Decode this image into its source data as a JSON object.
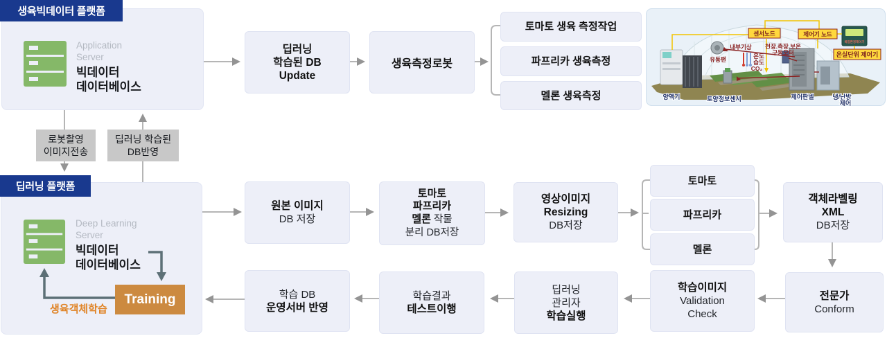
{
  "colors": {
    "navy": "#19398e",
    "box_fill": "#edeff8",
    "training_orange": "#cc8a40",
    "server_icon_green": "#85b868",
    "transfer_gray": "#c8c8c8",
    "label_yellow": "#ffd83d",
    "label_maroon": "#7a1f1f",
    "arrow_gray": "#9a9a9a",
    "arrow_slate": "#5d7077",
    "note_orange": "#e08427"
  },
  "platform_top": {
    "header": "생육빅데이터 플랫폼",
    "server_type_l1": "Application",
    "server_type_l2": "Server",
    "server_name_l1": "빅데이터",
    "server_name_l2": "데이터베이스"
  },
  "platform_bottom": {
    "header": "딥러닝 플랫폼",
    "server_type_l1": "Deep Learning",
    "server_type_l2": "Server",
    "server_name_l1": "빅데이터",
    "server_name_l2": "데이터베이스",
    "training": "Training",
    "training_note": "생육객체학습"
  },
  "transfer": {
    "down_l1": "로봇촬영",
    "down_l2": "이미지전송",
    "up_l1": "딥러닝 학습된",
    "up_l2": "DB반영"
  },
  "row1": {
    "update": {
      "l1": "딥러닝",
      "l2": "학습된 DB",
      "l3": "Update"
    },
    "robot": "생육측정로봇",
    "tasks": [
      "토마토 생육 측정작업",
      "파프리카 생육측정",
      "멜론 생육측정"
    ]
  },
  "row2": {
    "original": {
      "l1": "원본 이미지",
      "l2": "DB 저장"
    },
    "separate": {
      "l1": "토마토",
      "l2": "파프리카",
      "l3b": "멜론",
      "l3r": " 작물",
      "l4": "분리 DB저장"
    },
    "resize": {
      "l1": "영상이미지",
      "l2": "Resizing",
      "l3": "DB저장"
    },
    "crops": [
      "토마토",
      "파프리카",
      "멜론"
    ],
    "labeling": {
      "l1": "객체라벨링",
      "l2": "XML",
      "l3": "DB저장"
    }
  },
  "row3": {
    "conform": {
      "l1": "전문가",
      "l2": "Conform"
    },
    "validation": {
      "l1": "학습이미지",
      "l2": "Validation",
      "l3": "Check"
    },
    "train_exec": {
      "l1": "딥러닝",
      "l2": "관리자",
      "l3": "학습실행"
    },
    "test": {
      "l1": "학습결과",
      "l2": "테스트이행"
    },
    "deploy": {
      "l1": "학습 DB",
      "l2": "운영서버 반영"
    }
  },
  "greenhouse": {
    "sensor_node": "센서노드",
    "controller_node": "제어기 노드",
    "unit_controller": "온실단위 제어기",
    "device_caption": "복합환경제어기",
    "inner_weather": "내부기상",
    "motor_l1": "천장.측장.보온",
    "motor_l2": "구동모터",
    "fan": "유동팬",
    "temp": "온도",
    "humid": "습도",
    "co2": "CO₂",
    "nutrient": "양액기",
    "soil_sensor": "토양정보센서",
    "panel": "제어판넬",
    "hvac_l1": "냉/난방",
    "hvac_l2": "제어"
  }
}
